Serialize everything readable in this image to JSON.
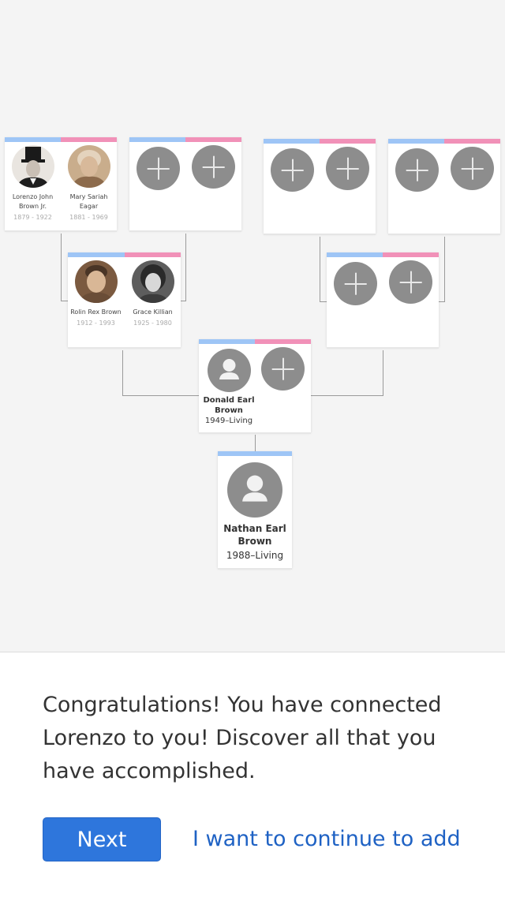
{
  "tree": {
    "root": {
      "name": "Nathan Earl Brown",
      "dates": "1988–Living"
    },
    "parent": {
      "name": "Donald Earl Brown",
      "dates": "1949–Living"
    },
    "grandparents_paternal": {
      "husband": {
        "name": "Rolin Rex Brown",
        "dates": "1912 - 1993"
      },
      "wife": {
        "name": "Grace Killian",
        "dates": "1925 - 1980"
      }
    },
    "great_grandparents": {
      "husband": {
        "name": "Lorenzo John Brown Jr.",
        "dates": "1879 - 1922"
      },
      "wife": {
        "name": "Mary Sariah Eagar",
        "dates": "1881 - 1969"
      }
    },
    "colors": {
      "male_bar": "#9ec5f6",
      "female_bar": "#f191b8",
      "add_circle": "#8d8d8d"
    },
    "icons": {
      "add": "plus-icon",
      "unknown_person": "person-silhouette-icon"
    }
  },
  "panel": {
    "message": "Congratulations! You have connected Lorenzo to you! Discover all that you have accomplished.",
    "next_label": "Next",
    "continue_label": "I want to continue to add"
  }
}
